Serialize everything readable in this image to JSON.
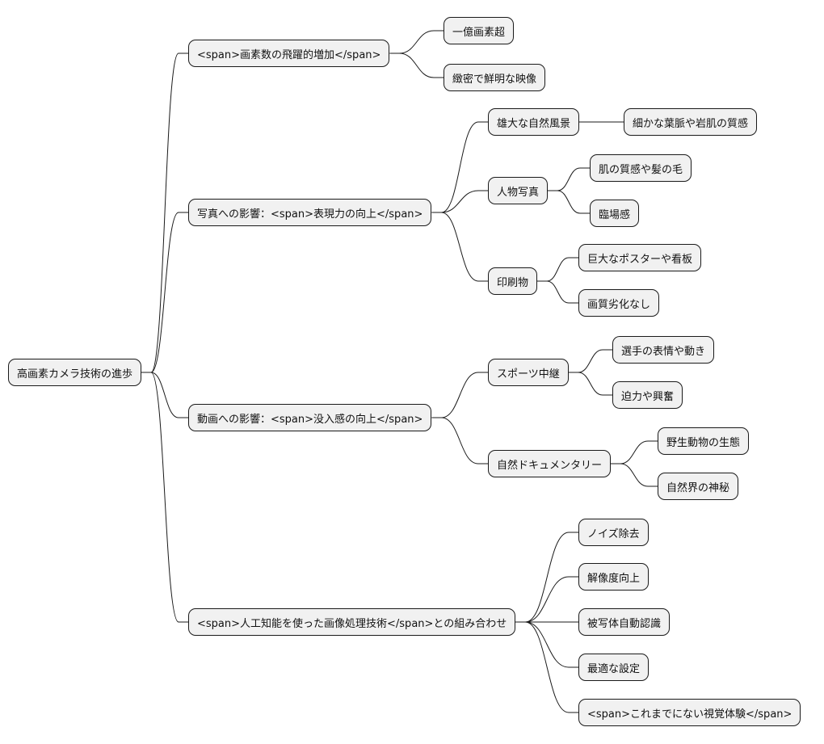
{
  "colors": {
    "node_fill": "#f1f1f1",
    "node_border": "#1a1a1a",
    "edge": "#1a1a1a",
    "background": "#ffffff"
  },
  "root": {
    "label": "高画素カメラ技術の進歩"
  },
  "branches": [
    {
      "label": "<span>画素数の飛躍的増加</span>",
      "children": [
        {
          "label": "一億画素超"
        },
        {
          "label": "緻密で鮮明な映像"
        }
      ]
    },
    {
      "label": "写真への影響：<span>表現力の向上</span>",
      "children": [
        {
          "label": "雄大な自然風景",
          "children": [
            {
              "label": "細かな葉脈や岩肌の質感"
            }
          ]
        },
        {
          "label": "人物写真",
          "children": [
            {
              "label": "肌の質感や髪の毛"
            },
            {
              "label": "臨場感"
            }
          ]
        },
        {
          "label": "印刷物",
          "children": [
            {
              "label": "巨大なポスターや看板"
            },
            {
              "label": "画質劣化なし"
            }
          ]
        }
      ]
    },
    {
      "label": "動画への影響：<span>没入感の向上</span>",
      "children": [
        {
          "label": "スポーツ中継",
          "children": [
            {
              "label": "選手の表情や動き"
            },
            {
              "label": "迫力や興奮"
            }
          ]
        },
        {
          "label": "自然ドキュメンタリー",
          "children": [
            {
              "label": "野生動物の生態"
            },
            {
              "label": "自然界の神秘"
            }
          ]
        }
      ]
    },
    {
      "label": "<span>人工知能を使った画像処理技術</span>との組み合わせ",
      "children": [
        {
          "label": "ノイズ除去"
        },
        {
          "label": "解像度向上"
        },
        {
          "label": "被写体自動認識"
        },
        {
          "label": "最適な設定"
        },
        {
          "label": "<span>これまでにない視覚体験</span>"
        }
      ]
    }
  ]
}
